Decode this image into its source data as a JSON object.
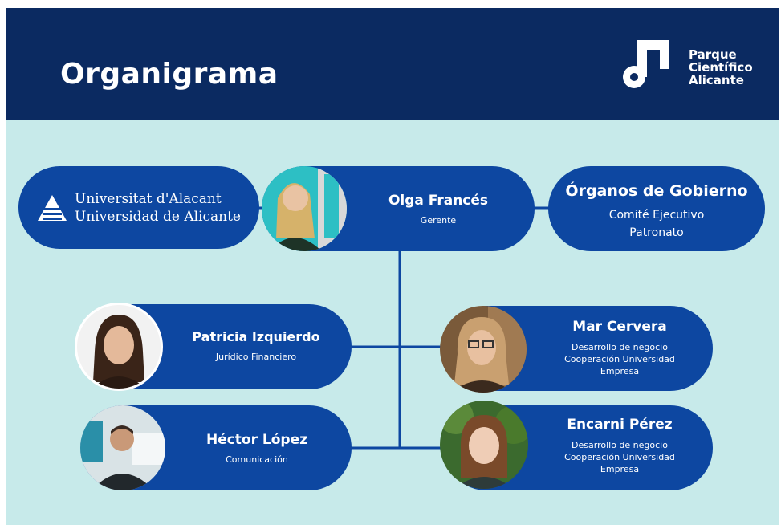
{
  "header": {
    "title": "Organigrama",
    "logo": {
      "line1": "Parque",
      "line2": "Científico",
      "line3": "Alicante"
    }
  },
  "university": {
    "line1": "Universitat d'Alacant",
    "line2": "Universidad de Alicante"
  },
  "governing": {
    "title": "Órganos de Gobierno",
    "line1": "Comité Ejecutivo",
    "line2": "Patronato"
  },
  "people": {
    "manager": {
      "name": "Olga Francés",
      "role": "Gerente"
    },
    "patricia": {
      "name": "Patricia Izquierdo",
      "role": "Jurídico Financiero"
    },
    "hector": {
      "name": "Héctor López",
      "role": "Comunicación"
    },
    "mar": {
      "name": "Mar Cervera",
      "role_line1": "Desarrollo de negocio",
      "role_line2": "Cooperación Universidad",
      "role_line3": "Empresa"
    },
    "encarni": {
      "name": "Encarni Pérez",
      "role_line1": "Desarrollo de negocio",
      "role_line2": "Cooperación Universidad",
      "role_line3": "Empresa"
    }
  },
  "colors": {
    "header": "#0b2a61",
    "canvas": "#c7eaea",
    "pill": "#0d47a1"
  }
}
